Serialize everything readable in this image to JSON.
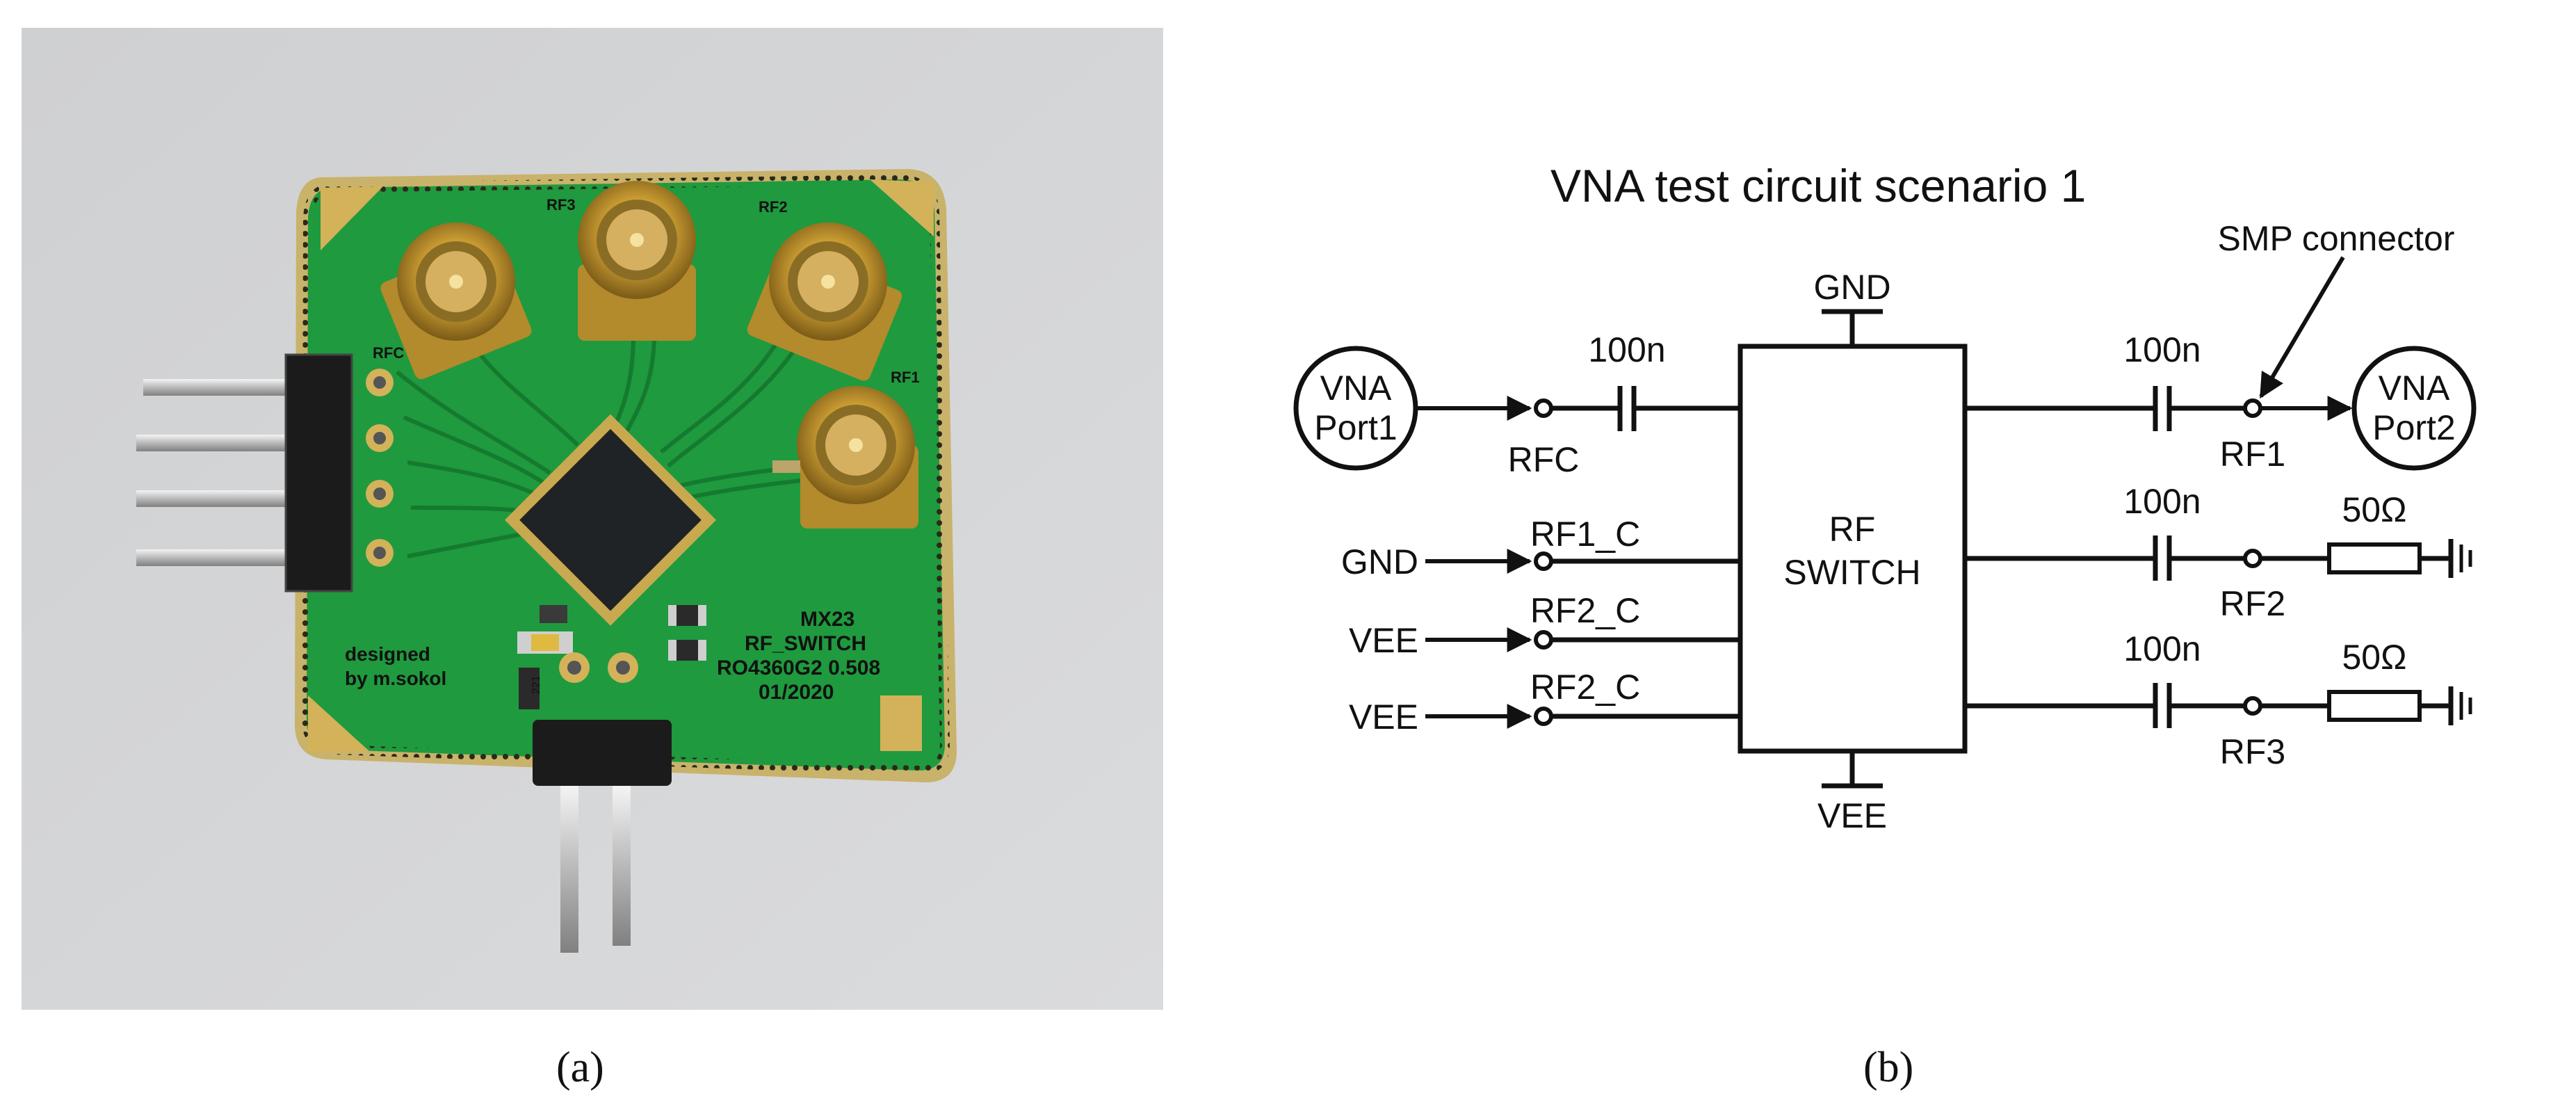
{
  "captions": {
    "a": "(a)",
    "b": "(b)"
  },
  "photo": {
    "labels": {
      "rfc": "RFC",
      "rf3": "RF3",
      "rf2": "RF2",
      "rf1": "RF1",
      "board_line1": "MX23",
      "board_line2": "RF_SWITCH",
      "board_line3": "RO4360G2 0.508",
      "board_line4": "01/2020",
      "designer1": "designed",
      "designer2": "by m.sokol",
      "resistor_code": "221"
    },
    "colors": {
      "background": "#d2d3d5",
      "pcb": "#1f9a3e",
      "gold": "#c7a23e",
      "header": "#1b1b1b"
    }
  },
  "schematic": {
    "title": "VNA test circuit scenario 1",
    "smp_label": "SMP connector",
    "port1": {
      "line1": "VNA",
      "line2": "Port1"
    },
    "port2": {
      "line1": "VNA",
      "line2": "Port2"
    },
    "switch": {
      "line1": "RF",
      "line2": "SWITCH"
    },
    "gnd_top": "GND",
    "vee_bottom": "VEE",
    "rfc": "RFC",
    "cap_rfc": "100n",
    "cap_rf1": "100n",
    "cap_rf2": "100n",
    "cap_rf3": "100n",
    "rf1": "RF1",
    "rf2": "RF2",
    "rf3": "RF3",
    "res_rf2": "50Ω",
    "res_rf3": "50Ω",
    "ctrl1": {
      "source": "GND",
      "pin": "RF1_C"
    },
    "ctrl2": {
      "source": "VEE",
      "pin": "RF2_C"
    },
    "ctrl3": {
      "source": "VEE",
      "pin": "RF2_C"
    }
  }
}
